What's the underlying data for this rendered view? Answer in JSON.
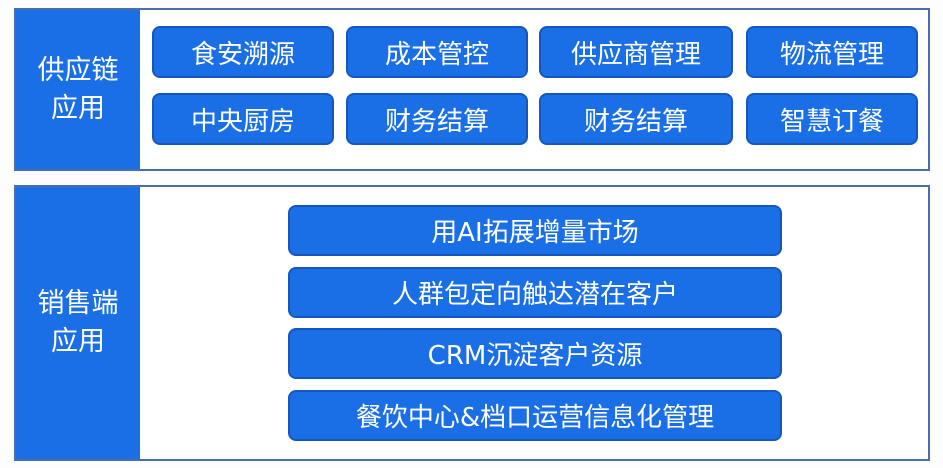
{
  "supply": {
    "label": "供应链应用",
    "items": [
      "食安溯源",
      "成本管控",
      "供应商管理",
      "物流管理",
      "中央厨房",
      "财务结算",
      "财务结算",
      "智慧订餐"
    ]
  },
  "sales": {
    "label": "销售端应用",
    "items": [
      "用AI拓展增量市场",
      "人群包定向触达潜在客户",
      "CRM沉淀客户资源",
      "餐饮中心&档口运营信息化管理"
    ]
  },
  "colors": {
    "primary": "#1a6fe6",
    "border": "#1557bd"
  }
}
